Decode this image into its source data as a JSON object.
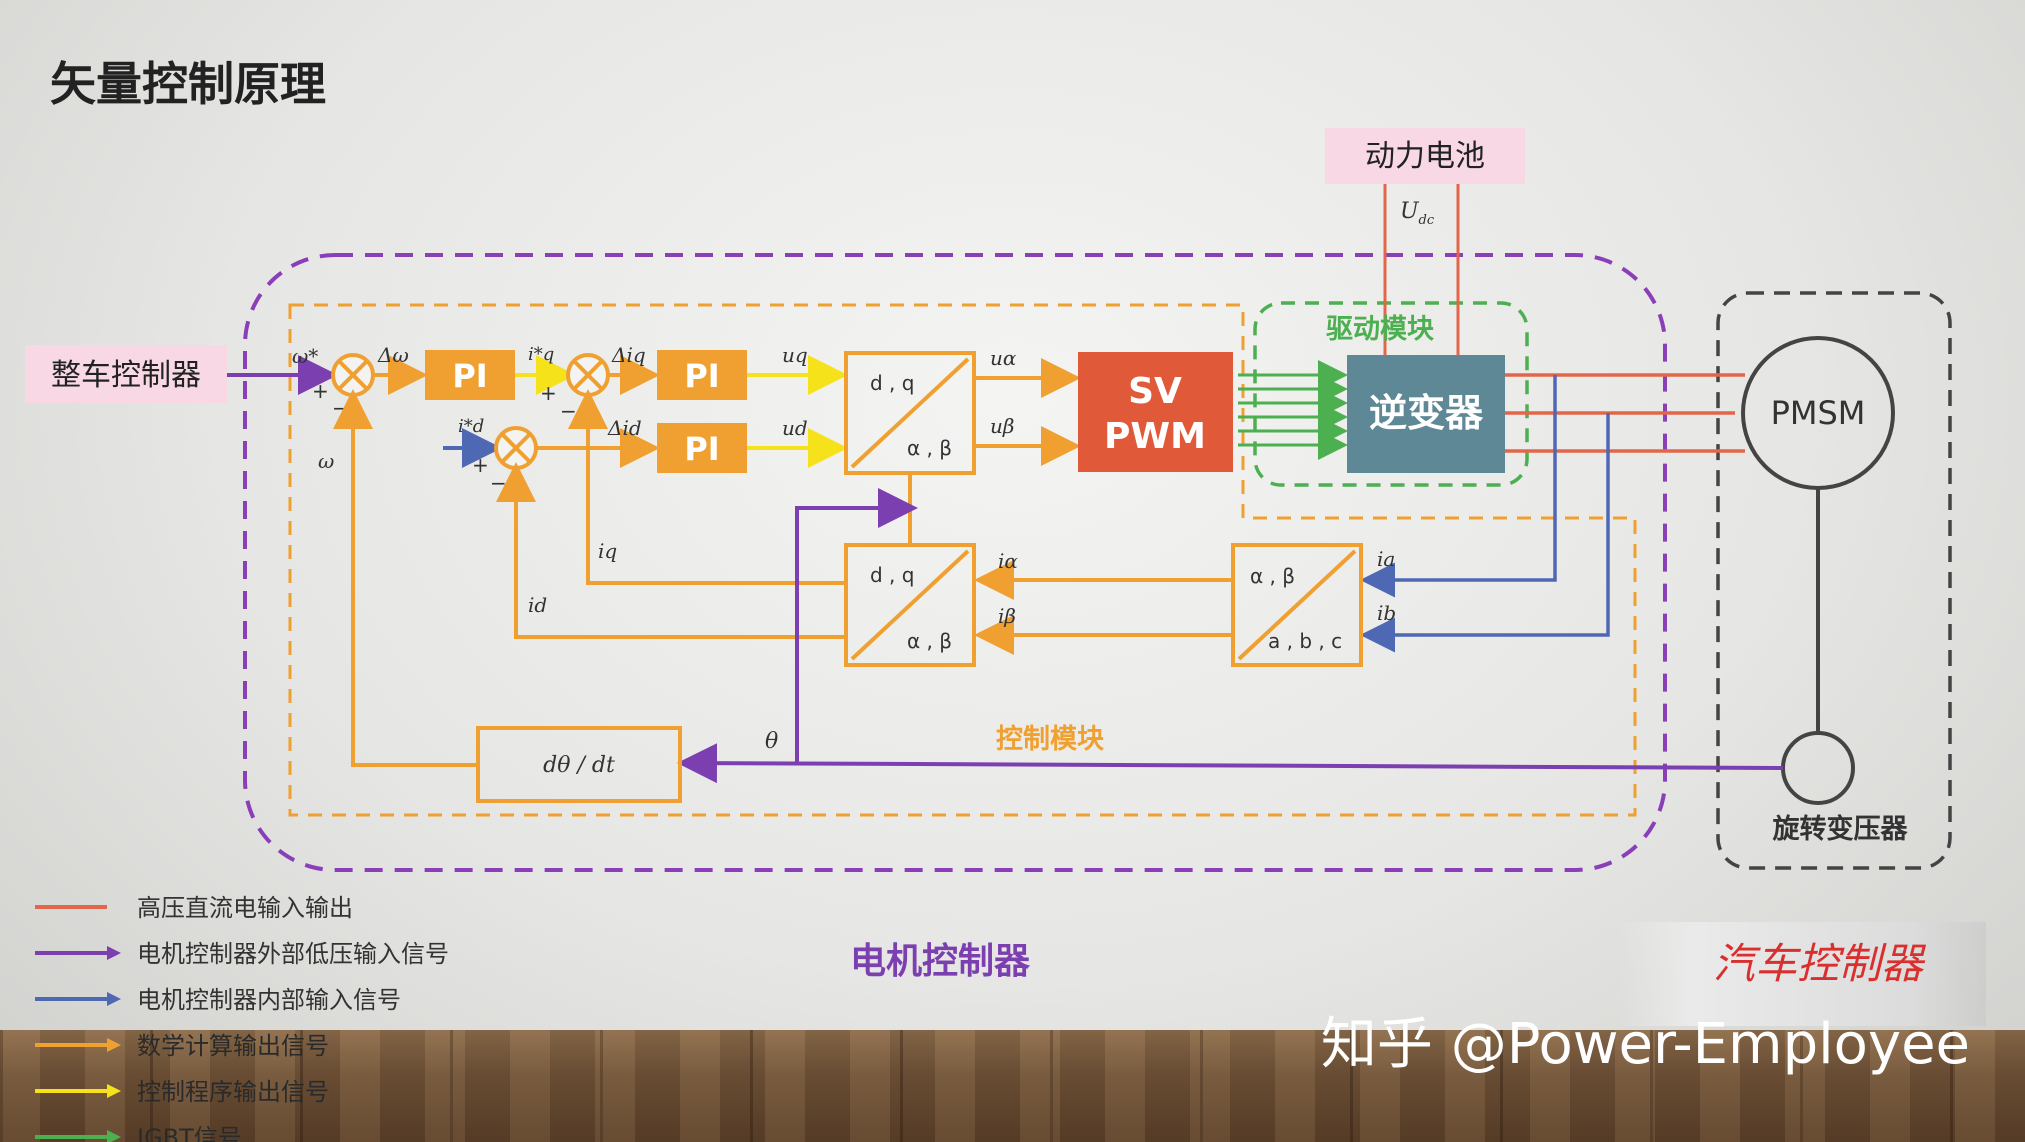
{
  "title": "矢量控制原理",
  "blocks": {
    "vehicle_controller": "整车控制器",
    "battery": "动力电池",
    "udc_label": "U",
    "udc_sub": "dc",
    "pi": "PI",
    "svpwm_line1": "SV",
    "svpwm_line2": "PWM",
    "inverter": "逆变器",
    "pmsm": "PMSM",
    "resolver": "旋转变压器",
    "drive_module": "驱动模块",
    "control_module": "控制模块",
    "motor_controller": "电机控制器",
    "derivative": "dθ / dt",
    "park_top": "d , q",
    "park_bottom": "α , β",
    "clarke_top": "α , β",
    "clarke_bottom": "a , b , c"
  },
  "signals": {
    "omega_ref": "ω*",
    "delta_omega": "Δω",
    "omega_r": "ω",
    "iq_ref": "i*q",
    "id_ref": "i*d",
    "delta_iq": "Δiq",
    "delta_id": "Δid",
    "uq": "uq",
    "ud": "ud",
    "ualpha": "uα",
    "ubeta": "uβ",
    "ialpha": "iα",
    "ibeta": "iβ",
    "ia": "ia",
    "ib": "ib",
    "iq": "iq",
    "id": "id",
    "theta": "θ",
    "plus": "+",
    "minus": "−"
  },
  "legend": [
    {
      "label": "高压直流电输入输出",
      "color": "#e4664a"
    },
    {
      "label": "电机控制器外部低压输入信号",
      "color": "#7b3fb0"
    },
    {
      "label": "电机控制器内部输入信号",
      "color": "#4f68b4"
    },
    {
      "label": "数学计算输出信号",
      "color": "#f0a030"
    },
    {
      "label": "控制程序输出信号",
      "color": "#f5e21a"
    },
    {
      "label": "IGBT信号",
      "color": "#4caf50"
    }
  ],
  "watermark": {
    "brand": "汽车控制器",
    "zhihu": "知乎 @Power-Employee"
  },
  "colors": {
    "orange": "#f0a030",
    "purple": "#7b3fb0",
    "blue": "#4f68b4",
    "red": "#e4664a",
    "green": "#4caf50",
    "yellow": "#f5e21a",
    "svpwm_fill": "#e05a3a",
    "inverter_fill": "#5f8896"
  }
}
